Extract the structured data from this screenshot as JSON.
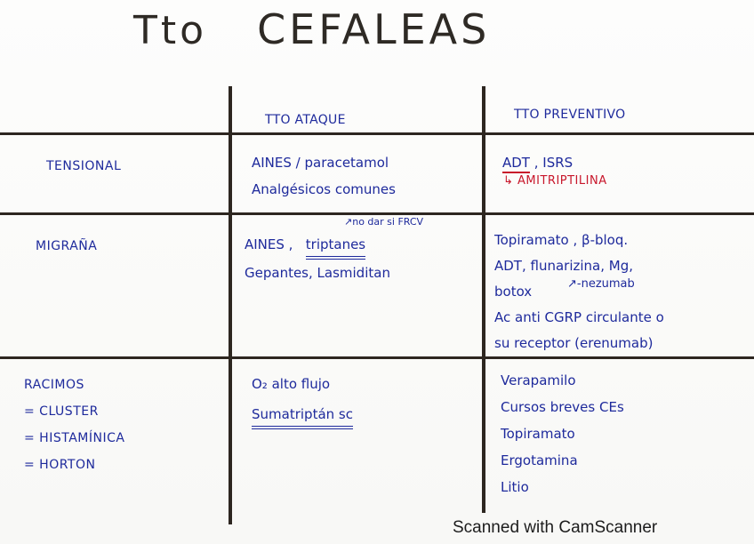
{
  "title": {
    "prefix": "Tto",
    "main": "CEFALEAS"
  },
  "table": {
    "columns": [
      {
        "label": ""
      },
      {
        "label": "Tto ATAQUE"
      },
      {
        "label": "Tto PREVENTIVO"
      }
    ],
    "rows": [
      {
        "type": {
          "lines": [
            "TENSIONAL"
          ]
        },
        "ataque": {
          "lines": [
            "AINES / paracetamol",
            "Analgésicos comunes"
          ]
        },
        "preventivo": {
          "lines": [
            "ADT , ISRS"
          ],
          "adt_label": "ADT",
          "rest": " ,  ISRS",
          "arrow_note": "↳ AMITRIPTILINA",
          "arrow_note_color": "#c8172b"
        }
      },
      {
        "type": {
          "lines": [
            "MIGRAÑA"
          ]
        },
        "ataque": {
          "line1_prefix": "AINES ,",
          "line1_underlined": "triptanes",
          "note": "↗no dar si FRCV",
          "line2": "Gepantes, Lasmiditan"
        },
        "preventivo": {
          "lines": [
            "Topiramato , β-bloq.",
            "ADT, flunarizina, Mg,",
            "botox",
            "Ac anti CGRP circulante o",
            "su receptor (erenumab)"
          ],
          "note": "↗-nezumab"
        }
      },
      {
        "type": {
          "lines": [
            "RACIMOS",
            "= CLUSTER",
            "= HISTAMÍNICA",
            "= HORTON"
          ]
        },
        "ataque": {
          "line1": "O₂ alto flujo",
          "line2_underlined": "Sumatriptán sc"
        },
        "preventivo": {
          "lines": [
            "Verapamilo",
            "Cursos breves CEs",
            "Topiramato",
            "Ergotamina",
            "Litio"
          ]
        }
      }
    ]
  },
  "colors": {
    "ink_blue": "#1e2a9c",
    "ink_red": "#c8172b",
    "grid": "#2d2620",
    "title": "#2e2a25",
    "paper": "#fbfbfa"
  },
  "watermark": "Scanned with CamScanner"
}
